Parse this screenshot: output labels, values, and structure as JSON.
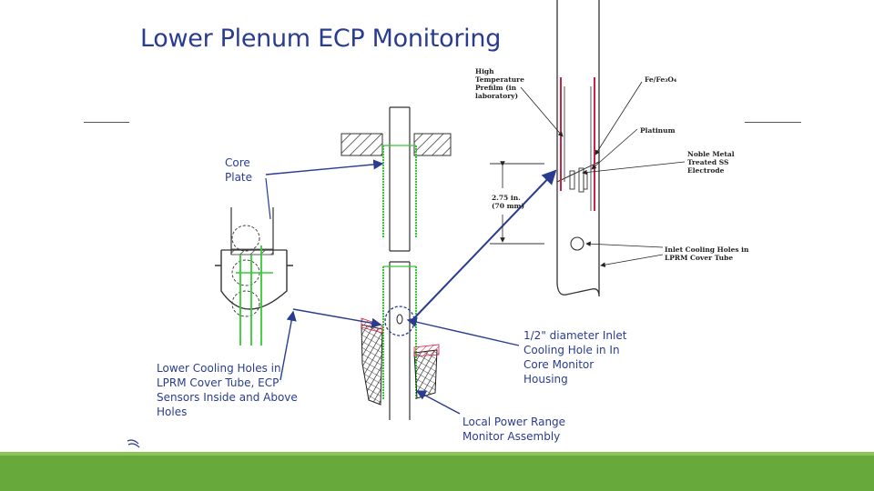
{
  "slide": {
    "title": "Lower Plenum ECP Monitoring"
  },
  "labels": {
    "core_plate": "Core\nPlate",
    "lower_cooling_holes": "Lower Cooling Holes in\nLPRM Cover Tube, ECP\nSensors Inside and Above\nHoles",
    "inlet_cooling_hole": "1/2\" diameter Inlet\nCooling Hole in In\nCore Monitor\nHousing",
    "local_power_range": "Local Power Range\nMonitor Assembly"
  },
  "detail_labels": {
    "high_temp_prefilm": "High\nTemperature\nPrefilm (in\nlaboratory)",
    "fe_fe3o4": "Fe/Fe₃O₄",
    "platinum": "Platinum",
    "noble_metal": "Noble Metal\nTreated SS\nElectrode",
    "dimension": "2.75 in.\n(70 mm)",
    "inlet_holes_lprm": "Inlet Cooling Holes in\nLPRM Cover Tube"
  },
  "colors": {
    "title": "#2a3c8f",
    "green_bar": "#67a93a",
    "arrow": "#2a3c8f",
    "green_line": "#33cc33",
    "red_line": "#cc2244"
  }
}
